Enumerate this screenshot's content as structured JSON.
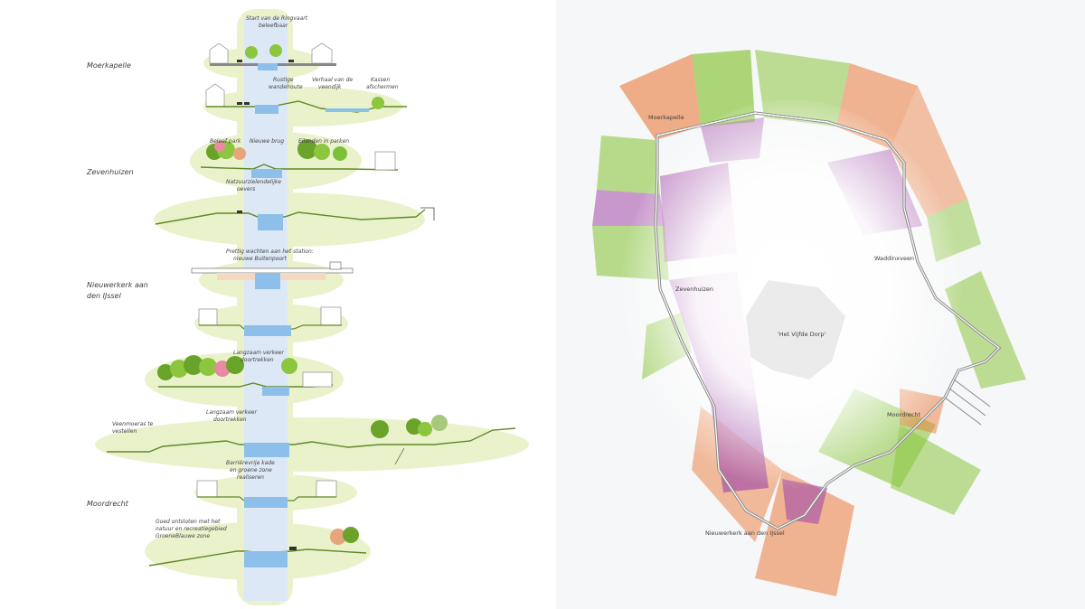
{
  "left": {
    "towns": [
      "Moerkapelle",
      "Zevenhuizen",
      "Nieuwerkerk aan",
      "den IJssel",
      "Moordrecht"
    ],
    "notes": {
      "n1a": "Start van de Ringvaart",
      "n1b": "beleefbaar",
      "n2a": "Rustige",
      "n2b": "wandelroute",
      "n3a": "Verhaal van de",
      "n3b": "veendijk",
      "n4a": "Kassen",
      "n4b": "afschermen",
      "n5": "Beleef park",
      "n6": "Nieuwe brug",
      "n7": "Eilanden in parken",
      "n8a": "Natzuurzielendelijke",
      "n8b": "oevers",
      "n9a": "Prettig wachten aan het station:",
      "n9b": "nieuwe Buitenpoort",
      "n10a": "Langzaam verkeer",
      "n10b": "doortrekken",
      "n11a": "Veenmoeras te",
      "n11b": "vestellen",
      "n12a": "Langzaam verkeer",
      "n12b": "doortrekken",
      "n13a": "Barriërevrije kade",
      "n13b": "en groene zone",
      "n13c": "realiseren",
      "n14a": "Goed ontsloten met het",
      "n14b": "natuur en recreatiegebied",
      "n14c": "GroeneBlauwe zone"
    }
  },
  "map": {
    "labels": {
      "moerkapelle": "Moerkapelle",
      "waddinxveen": "Waddinxveen",
      "zevenhuizen": "Zevenhuizen",
      "vijfde_dorp": "'Het Vijfde Dorp'",
      "moordrecht": "Moordrecht",
      "nieuwerkerk": "Nieuwerkerk aan den IJssel"
    }
  },
  "colors": {
    "water": "#8cc0ea",
    "green": "#8cc63f",
    "purple": "#a24aa8",
    "orange": "#ea7b3c",
    "halo": "#eaf2cc"
  }
}
